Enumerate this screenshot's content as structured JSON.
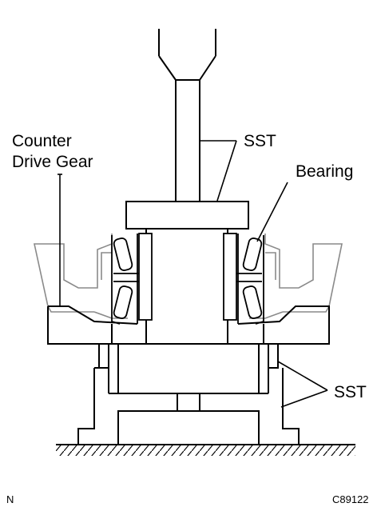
{
  "labels": {
    "counter_line1": "Counter",
    "counter_line2": "Drive Gear",
    "sst_top": "SST",
    "bearing": "Bearing",
    "sst_bottom": "SST",
    "corner_left": "N",
    "figure_code": "C89122"
  },
  "colors": {
    "line": "#000000",
    "gear_outline": "#8a8a8a",
    "background": "#ffffff"
  }
}
